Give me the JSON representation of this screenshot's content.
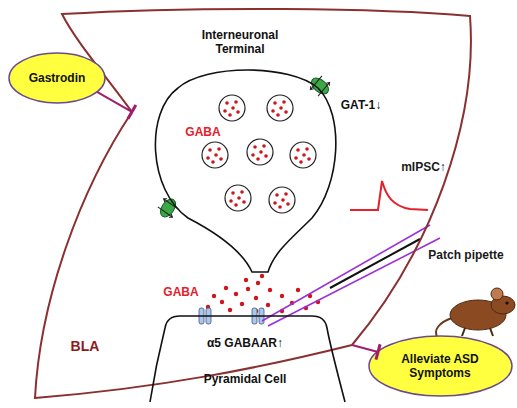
{
  "diagram": {
    "nodes": [
      {
        "text": [
          "BLA"
        ]
      },
      {
        "text": [
          "Interneuronal Terminal",
          "GABA",
          "GAT-1↓"
        ],
        "in": 0
      },
      {
        "text": [
          "α5 GABAAR↑",
          "Pyramidal Cell"
        ],
        "in": 0
      },
      {
        "text": [
          "Gastrodin"
        ]
      },
      {
        "text": [
          "Alleviate ASD Symptoms"
        ]
      }
    ],
    "edges": [
      {
        "from": 3,
        "to": 0,
        "arrow": "to"
      },
      {
        "from": 0,
        "to": 4,
        "arrow": "to"
      }
    ],
    "labels": [
      "GABA",
      "mIPSC↑",
      "Patch pipette"
    ]
  }
}
